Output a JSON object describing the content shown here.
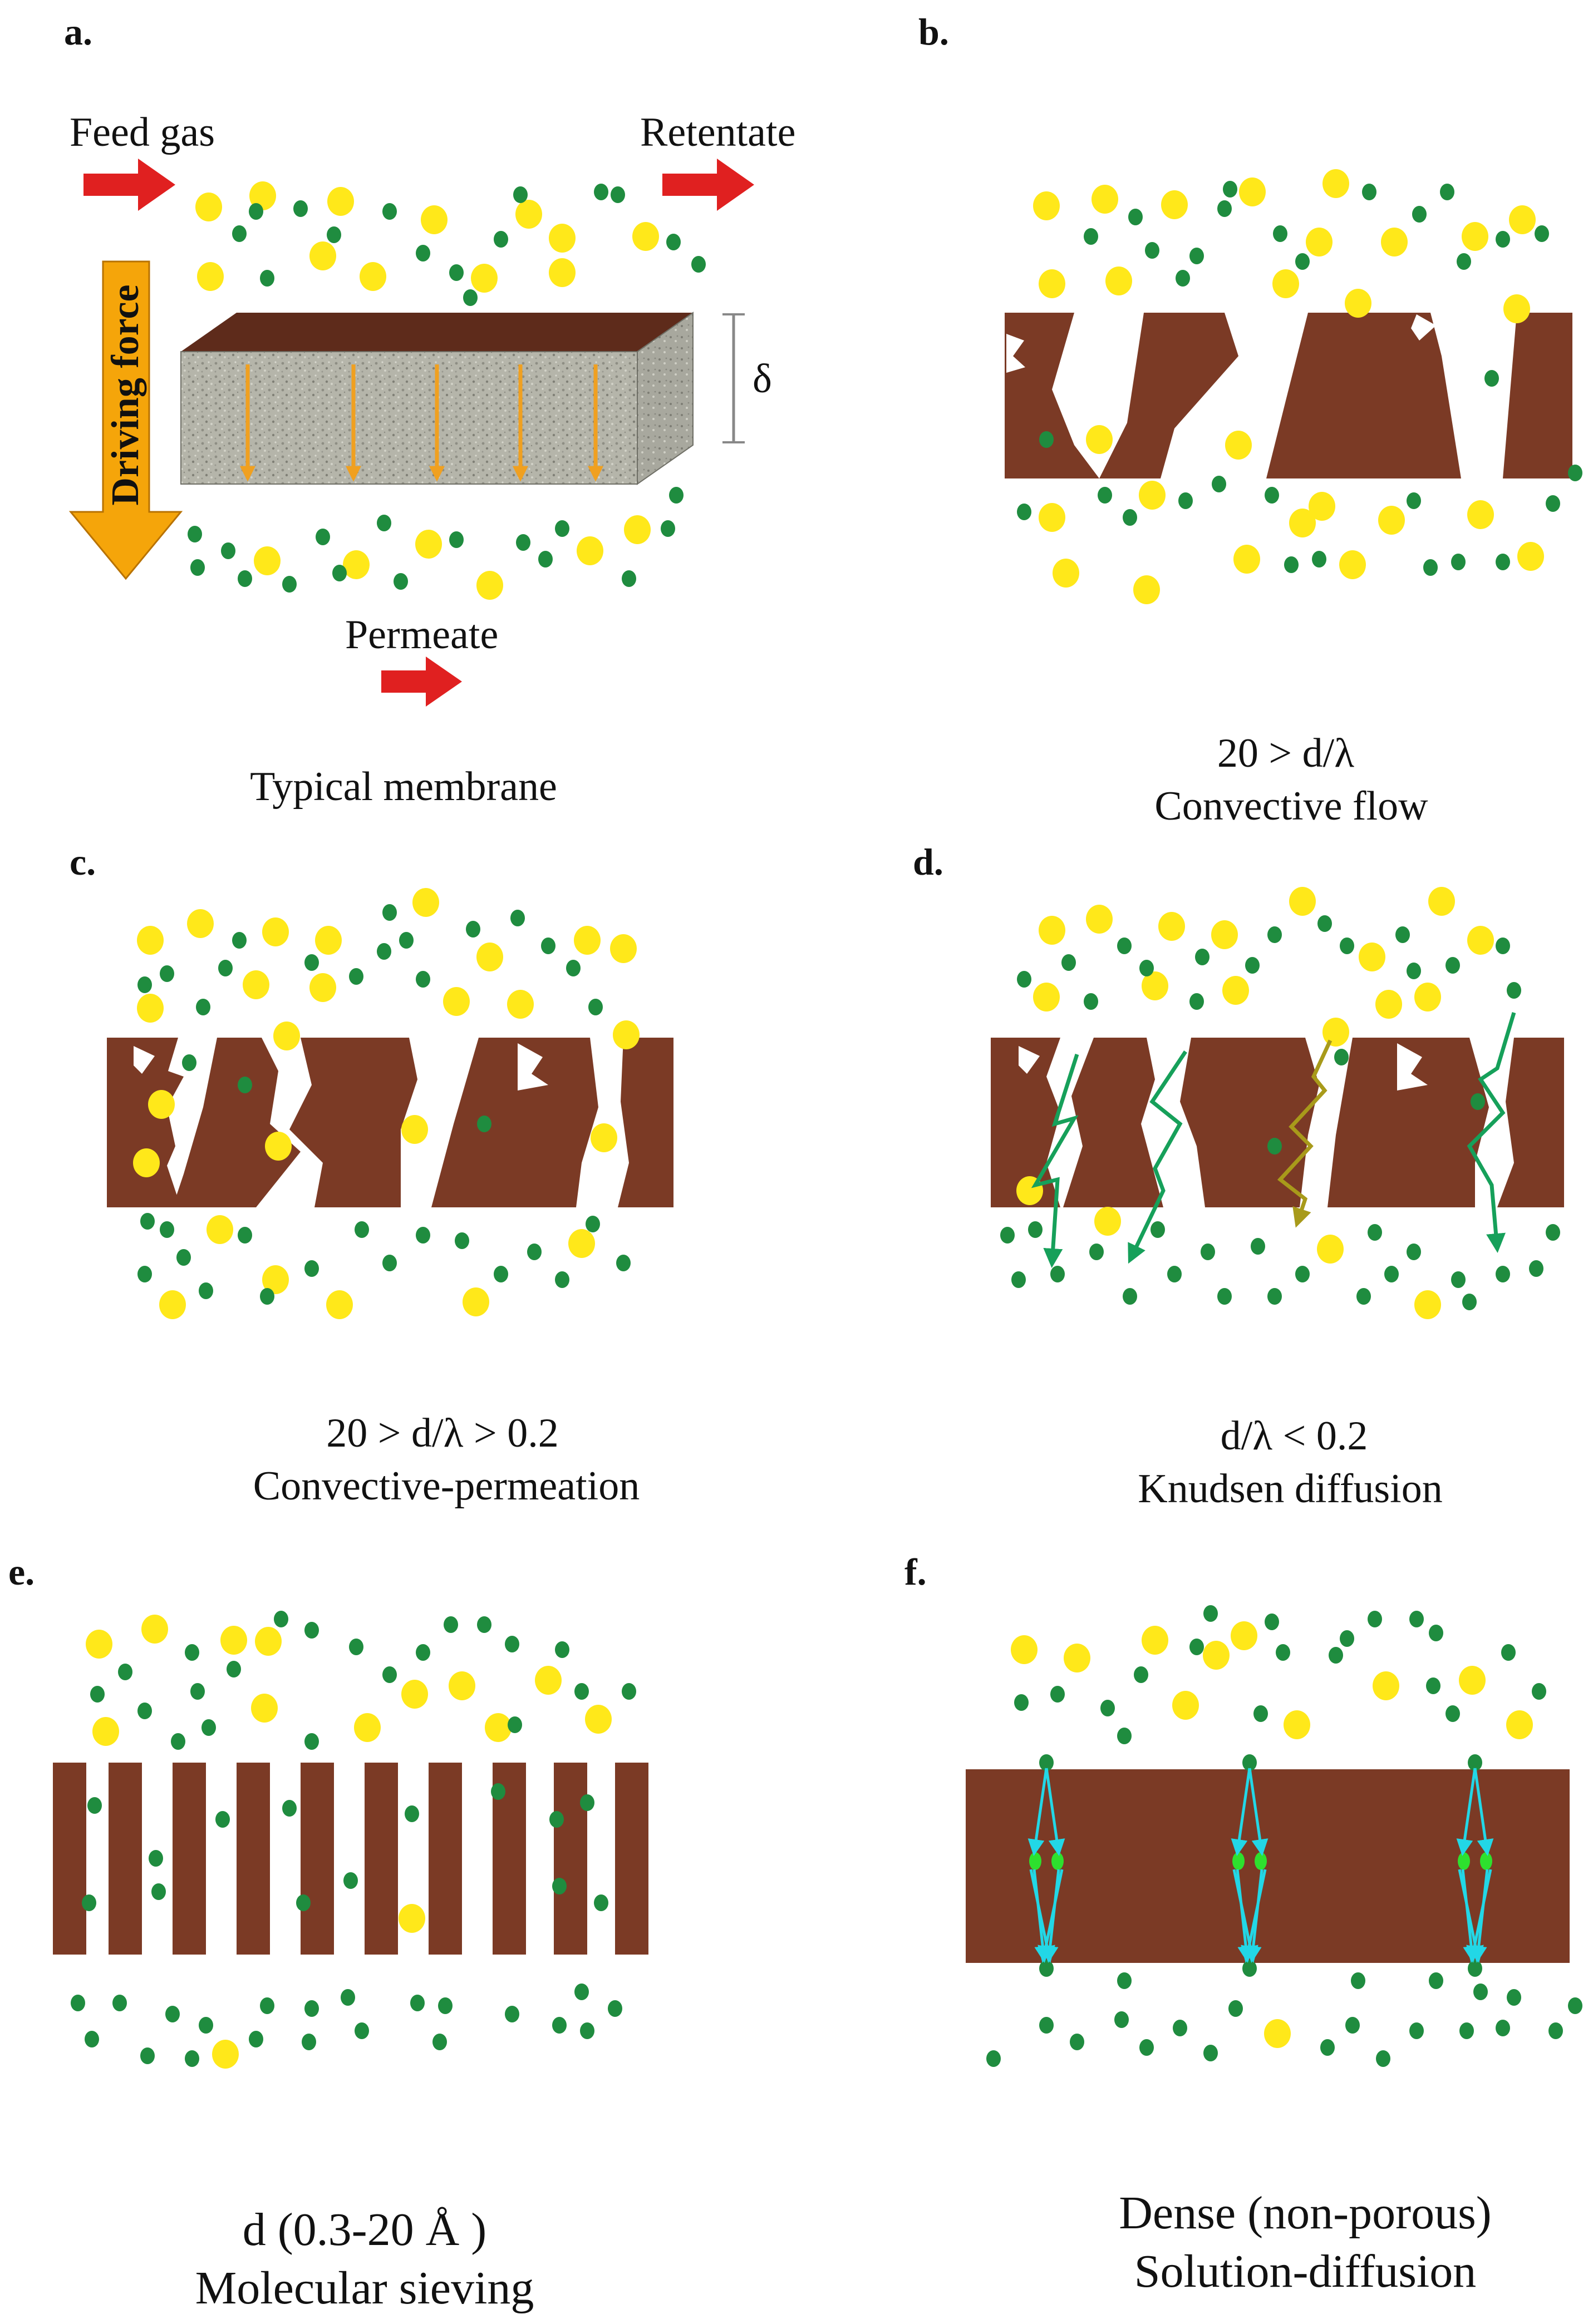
{
  "figure": {
    "panels": [
      {
        "id": "a",
        "label": "a.",
        "caption_lines": [
          "Typical membrane"
        ]
      },
      {
        "id": "b",
        "label": "b.",
        "caption_lines": [
          "20 > d/λ",
          "Convective flow"
        ]
      },
      {
        "id": "c",
        "label": "c.",
        "caption_lines": [
          "20 > d/λ > 0.2",
          "Convective-permeation"
        ]
      },
      {
        "id": "d",
        "label": "d.",
        "caption_lines": [
          "d/λ < 0.2",
          "Knudsen diffusion"
        ]
      },
      {
        "id": "e",
        "label": "e.",
        "caption_lines": [
          "d (0.3-20 Å )",
          "Molecular sieving"
        ]
      },
      {
        "id": "f",
        "label": "f.",
        "caption_lines": [
          "Dense (non-porous)",
          "Solution-diffusion"
        ]
      }
    ],
    "panel_a_labels": {
      "feed_gas": "Feed gas",
      "retentate": "Retentate",
      "permeate": "Permeate",
      "driving_force": "Driving force",
      "thickness_symbol": "δ"
    },
    "colors": {
      "membrane": "#7b3a25",
      "membrane_top": "#5e2b1b",
      "porous_block": "#b3b3a8",
      "large_molecule": "#ffe81a",
      "small_molecule": "#1f8c3f",
      "flow_arrow": "#e02020",
      "driving_force_arrow": "#f5a50a",
      "pore_flux_arrow": "#f0a020",
      "knudsen_path_small": "#16a05a",
      "knudsen_path_large": "#a89a1a",
      "solution_path": "#22d7e6",
      "dissolved_molecule": "#2ee02e"
    }
  }
}
